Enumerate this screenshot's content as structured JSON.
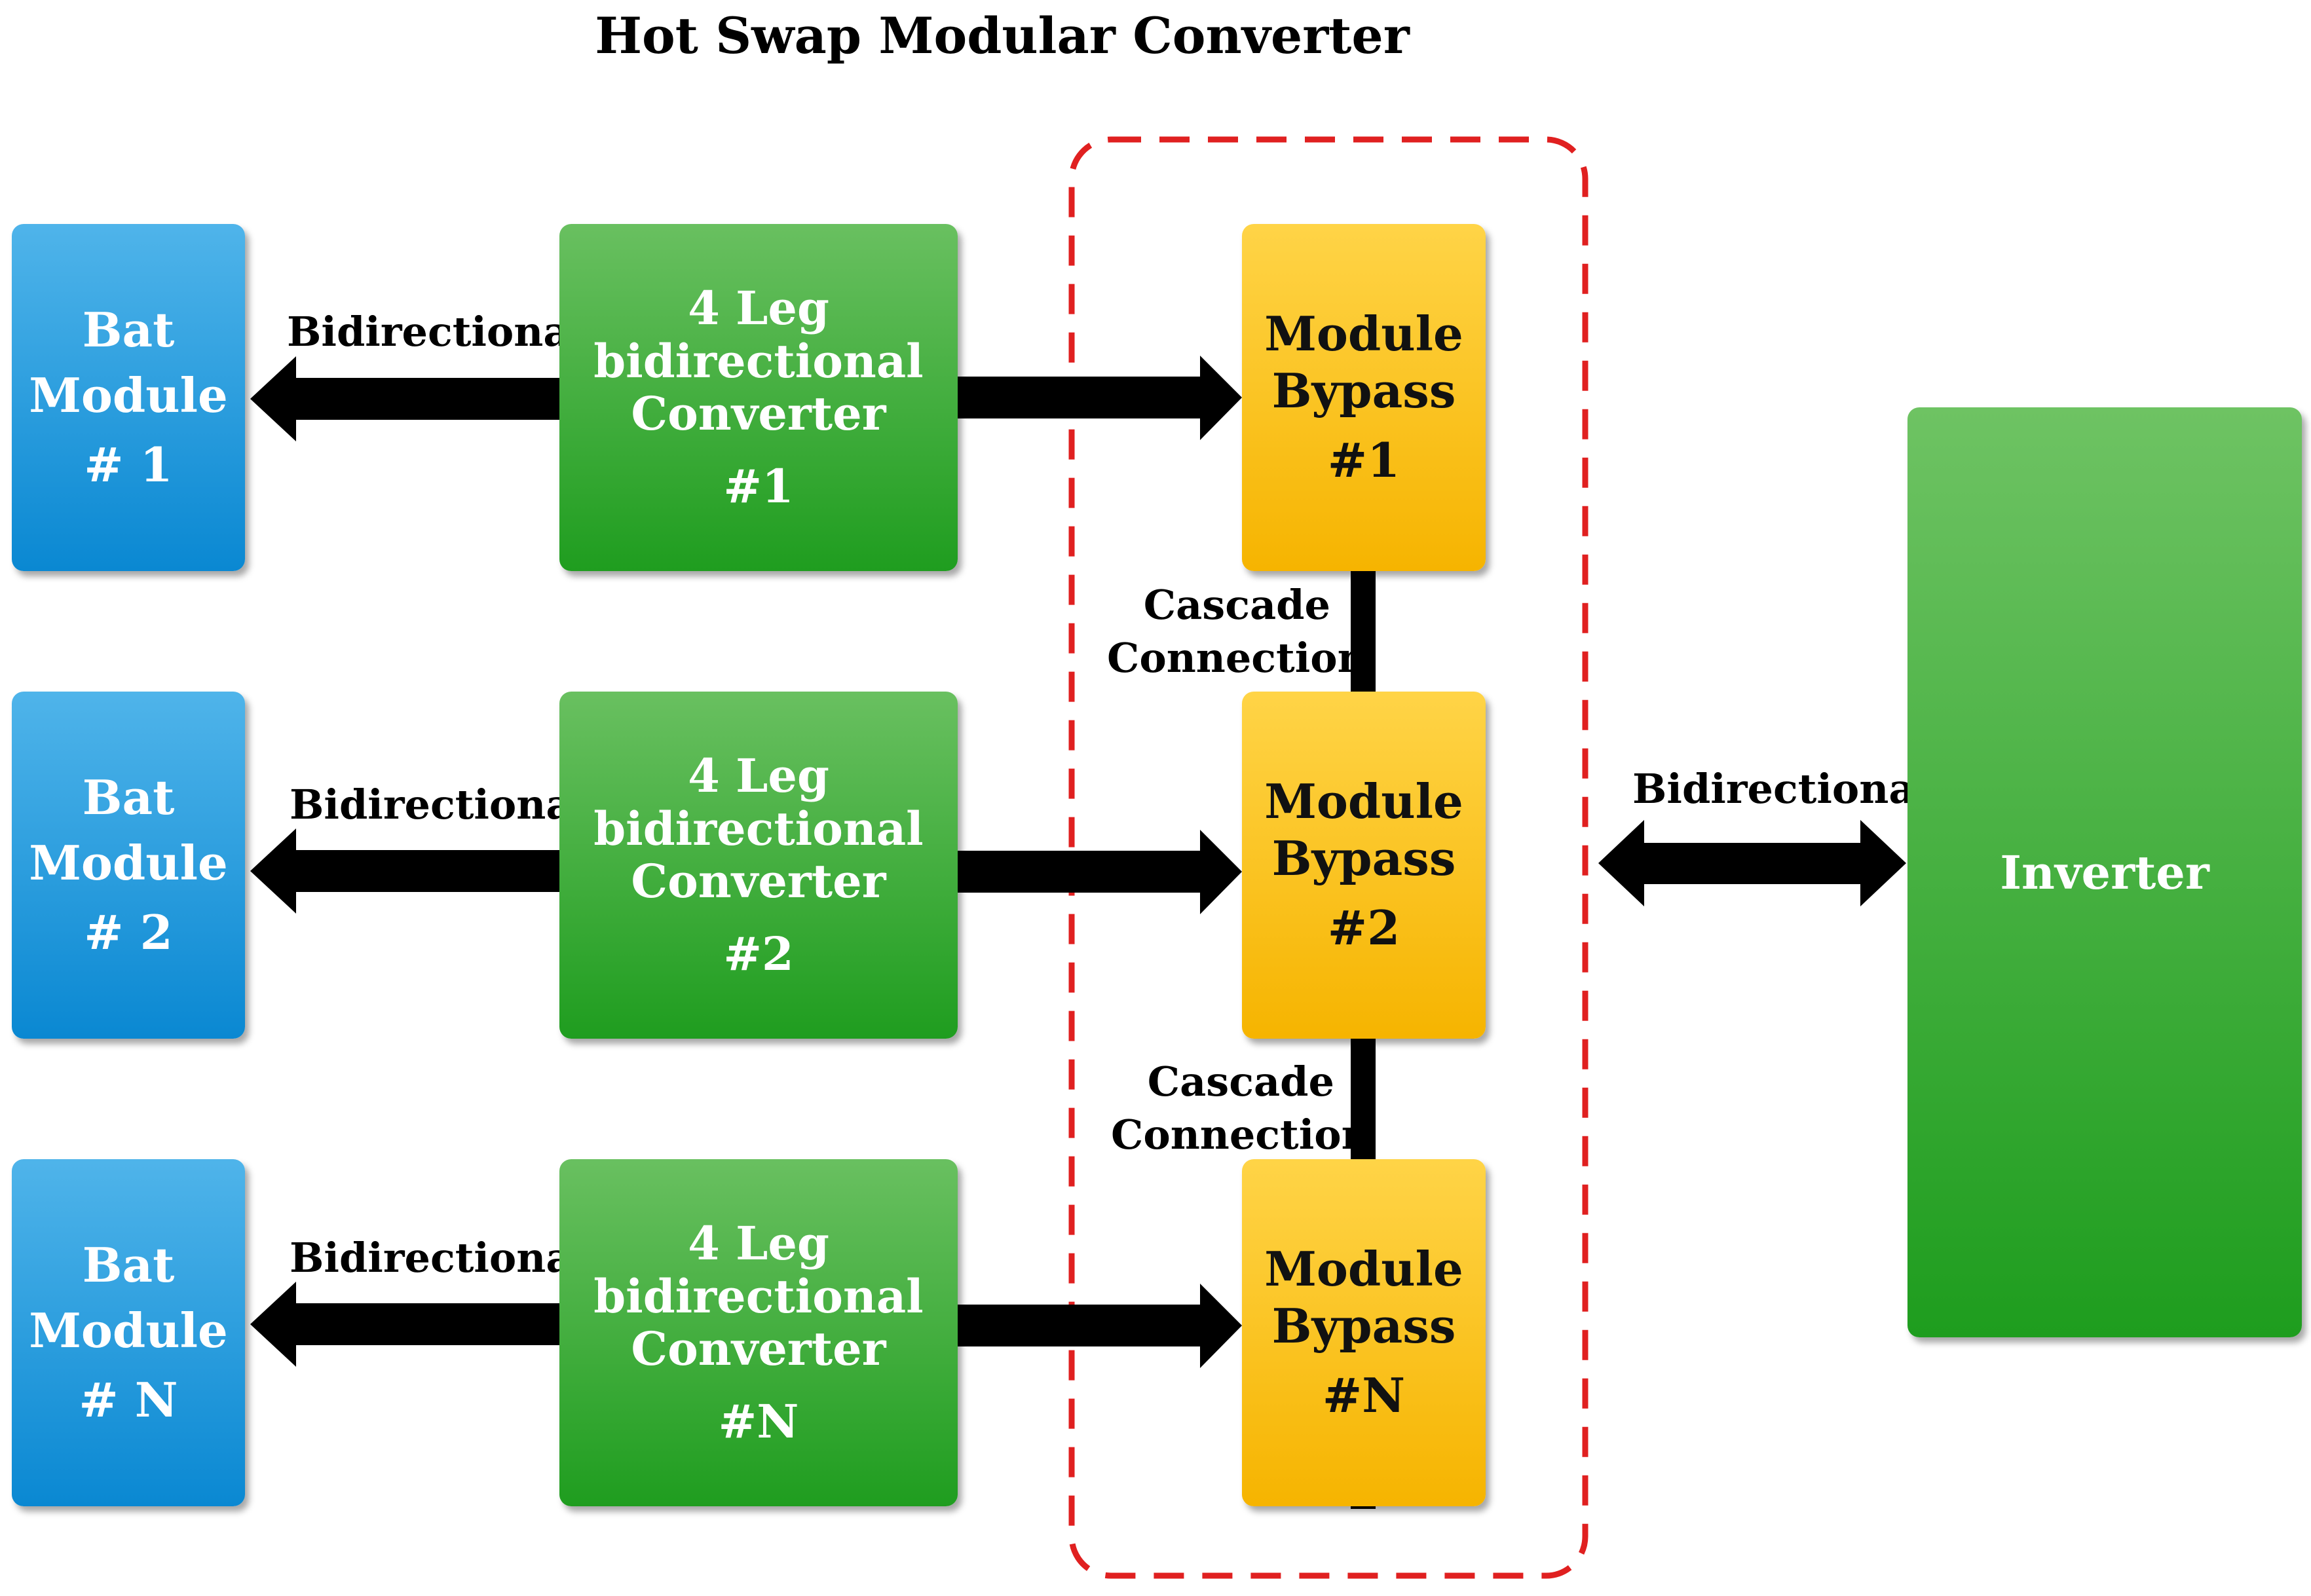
{
  "title": "Hot Swap Modular Converter",
  "rows": [
    {
      "bat": [
        "Bat",
        "Module",
        "# 1"
      ],
      "converter": [
        "4 Leg",
        "bidirectional",
        "Converter"
      ],
      "converter_num": "#1",
      "bypass": [
        "Module",
        "Bypass"
      ],
      "bypass_num": "#1",
      "arrow_label": "Bidirectional"
    },
    {
      "bat": [
        "Bat",
        "Module",
        "# 2"
      ],
      "converter": [
        "4 Leg",
        "bidirectional",
        "Converter"
      ],
      "converter_num": "#2",
      "bypass": [
        "Module",
        "Bypass"
      ],
      "bypass_num": "#2",
      "arrow_label": "Bidirectional"
    },
    {
      "bat": [
        "Bat",
        "Module",
        "# N"
      ],
      "converter": [
        "4 Leg",
        "bidirectional",
        "Converter"
      ],
      "converter_num": "#N",
      "bypass": [
        "Module",
        "Bypass"
      ],
      "bypass_num": "#N",
      "arrow_label": "Bidirectional"
    }
  ],
  "cascade": [
    [
      "Cascade",
      "Connection"
    ],
    [
      "Cascade",
      "Connection"
    ]
  ],
  "inverter": {
    "label": "Inverter",
    "arrow_label": "Bidirectional"
  },
  "colors": {
    "battery": "#1a95dc",
    "converter": "#3aab35",
    "bypass": "#fdc013",
    "inverter": "#3aab35",
    "dashed_border": "#e02020",
    "arrow": "#000000"
  }
}
